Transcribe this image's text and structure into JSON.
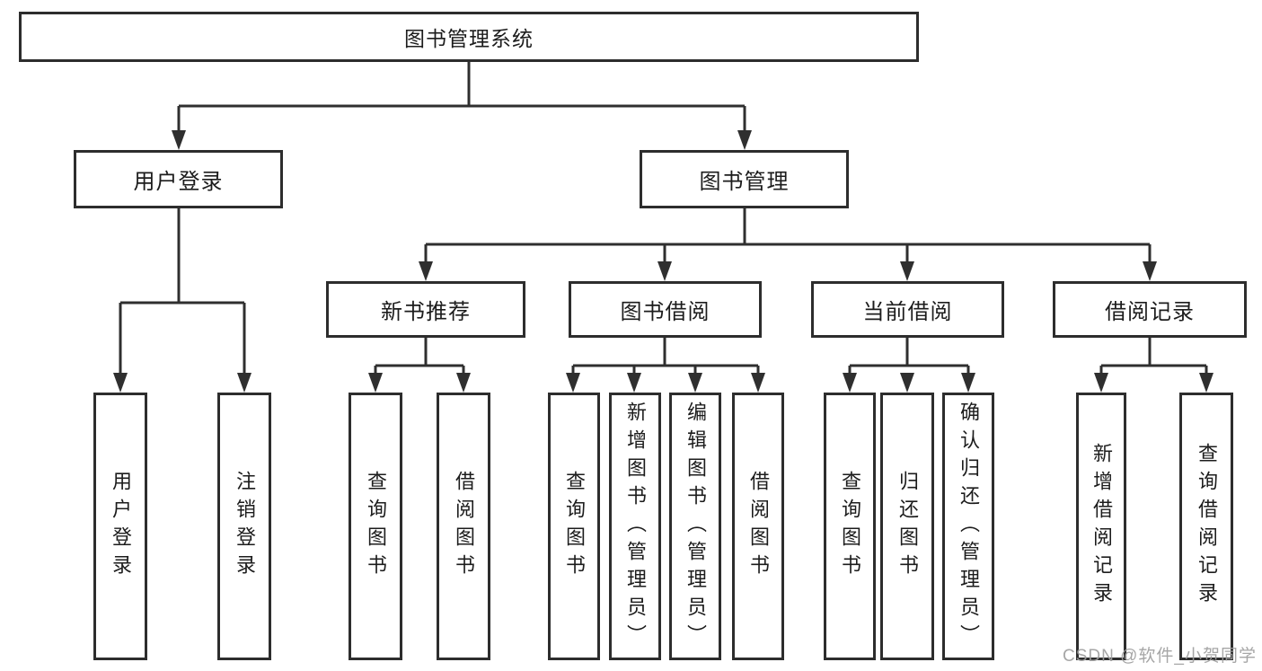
{
  "tree": {
    "root": {
      "label": "图书管理系统",
      "children": [
        {
          "label": "用户登录",
          "children": [
            {
              "label": "用户登录"
            },
            {
              "label": "注销登录"
            }
          ]
        },
        {
          "label": "图书管理",
          "children": [
            {
              "label": "新书推荐",
              "children": [
                {
                  "label": "查询图书"
                },
                {
                  "label": "借阅图书"
                }
              ]
            },
            {
              "label": "图书借阅",
              "children": [
                {
                  "label": "查询图书"
                },
                {
                  "label": "新增图书（管理员）"
                },
                {
                  "label": "编辑图书（管理员）"
                },
                {
                  "label": "借阅图书"
                }
              ]
            },
            {
              "label": "当前借阅",
              "children": [
                {
                  "label": "查询图书"
                },
                {
                  "label": "归还图书"
                },
                {
                  "label": "确认归还（管理员）"
                }
              ]
            },
            {
              "label": "借阅记录",
              "children": [
                {
                  "label": "新增借阅记录"
                },
                {
                  "label": "查询借阅记录"
                }
              ]
            }
          ]
        }
      ]
    }
  },
  "watermark": {
    "text": "CSDN @软件_小贺同学"
  },
  "colors": {
    "line": "#2f2f2f",
    "border": "#2d2d2d",
    "text": "#1c1c1c",
    "watermark": "#9e9e9e"
  }
}
